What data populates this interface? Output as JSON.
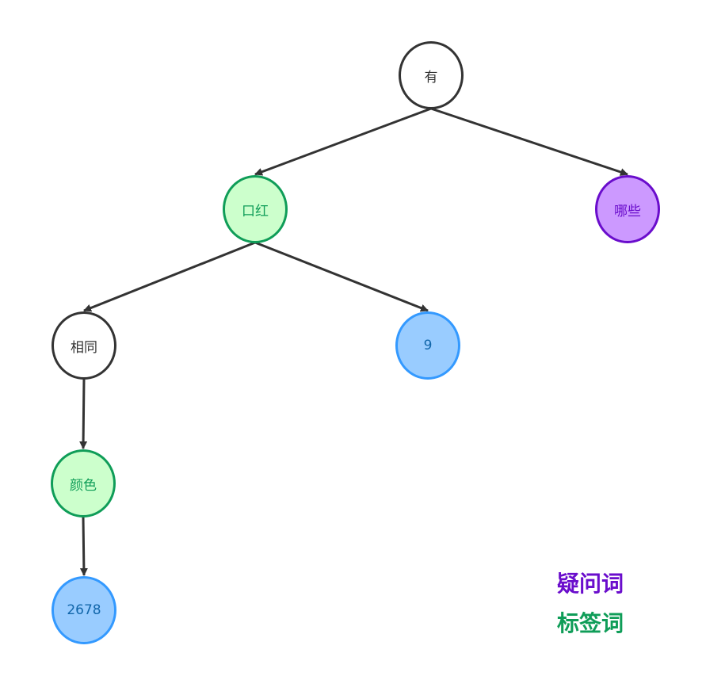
{
  "nodes": {
    "you": {
      "label": "有",
      "type": "plain"
    },
    "kouhong": {
      "label": "口红",
      "type": "tag"
    },
    "naxie": {
      "label": "哪些",
      "type": "question"
    },
    "xiangtong": {
      "label": "相同",
      "type": "plain"
    },
    "nine": {
      "label": "9",
      "type": "value"
    },
    "yanse": {
      "label": "颜色",
      "type": "tag"
    },
    "n2678": {
      "label": "2678",
      "type": "value"
    }
  },
  "edges": [
    {
      "from": "you",
      "to": "kouhong"
    },
    {
      "from": "you",
      "to": "naxie"
    },
    {
      "from": "kouhong",
      "to": "xiangtong"
    },
    {
      "from": "kouhong",
      "to": "nine"
    },
    {
      "from": "xiangtong",
      "to": "yanse"
    },
    {
      "from": "yanse",
      "to": "n2678"
    }
  ],
  "legend": {
    "question_label": "疑问词",
    "tag_label": "标签词"
  },
  "colors": {
    "plain_border": "#333333",
    "tag_border": "#0f9d58",
    "tag_fill": "#ccffcc",
    "question_border": "#6a0dcc",
    "question_fill": "#cc99ff",
    "value_border": "#3399ff",
    "value_fill": "#99ccff",
    "edge": "#333333"
  }
}
